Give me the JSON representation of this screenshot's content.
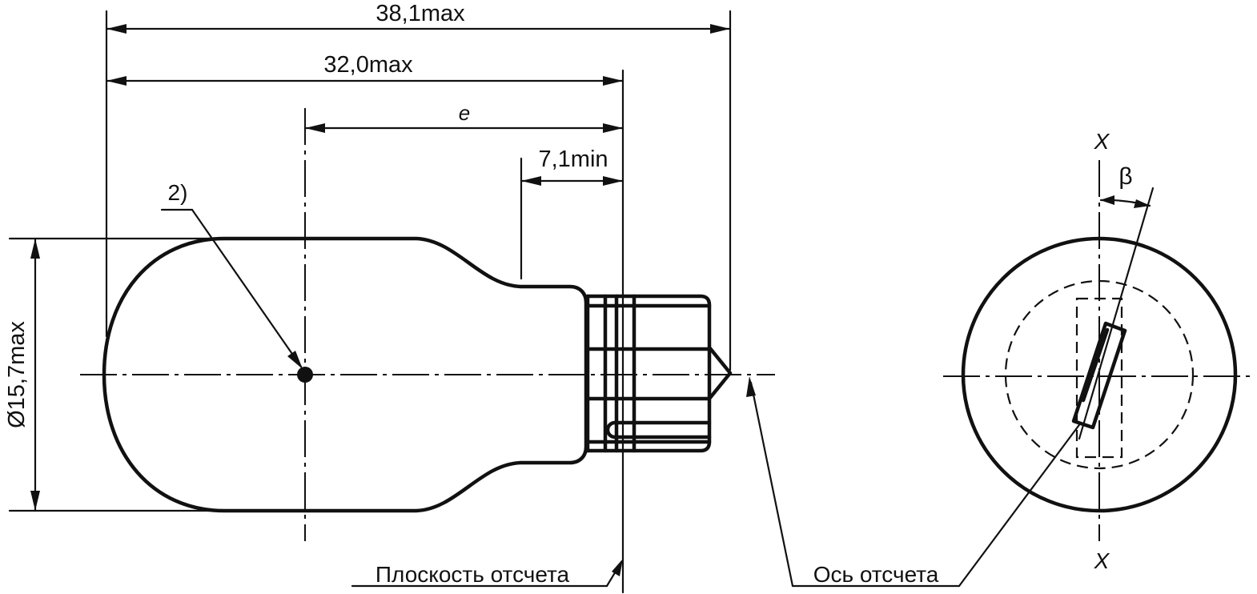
{
  "dimensions": {
    "overall_length": "38,1max",
    "length_to_reference_plane": "32,0max",
    "light_centre_distance": "e",
    "cap_min_length": "7,1min",
    "bulb_diameter": "Ø15,7max"
  },
  "callouts": {
    "filament_note": "2)",
    "reference_plane": "Плоскость отсчета",
    "reference_axis": "Ось отсчета"
  },
  "end_view": {
    "axis_top": "X",
    "axis_bottom": "X",
    "angle": "β"
  }
}
